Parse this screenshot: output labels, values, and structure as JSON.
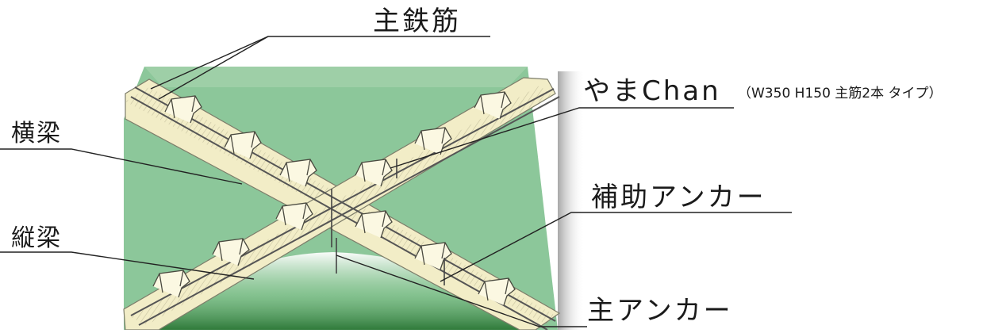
{
  "labels": {
    "main_rebar": "主鉄筋",
    "product": "やまChan",
    "product_spec": "（W350 H150 主筋2本 タイプ）",
    "transverse_beam": "横梁",
    "longitudinal_beam": "縦梁",
    "aux_anchor": "補助アンカー",
    "main_anchor": "主アンカー"
  },
  "colors": {
    "ground": "#8cc79a",
    "ground_dark": "#3f8a4a",
    "beam": "#f2edc7",
    "beam_edge": "#7d7d6a",
    "rebar": "#555555",
    "leader": "#222222"
  }
}
